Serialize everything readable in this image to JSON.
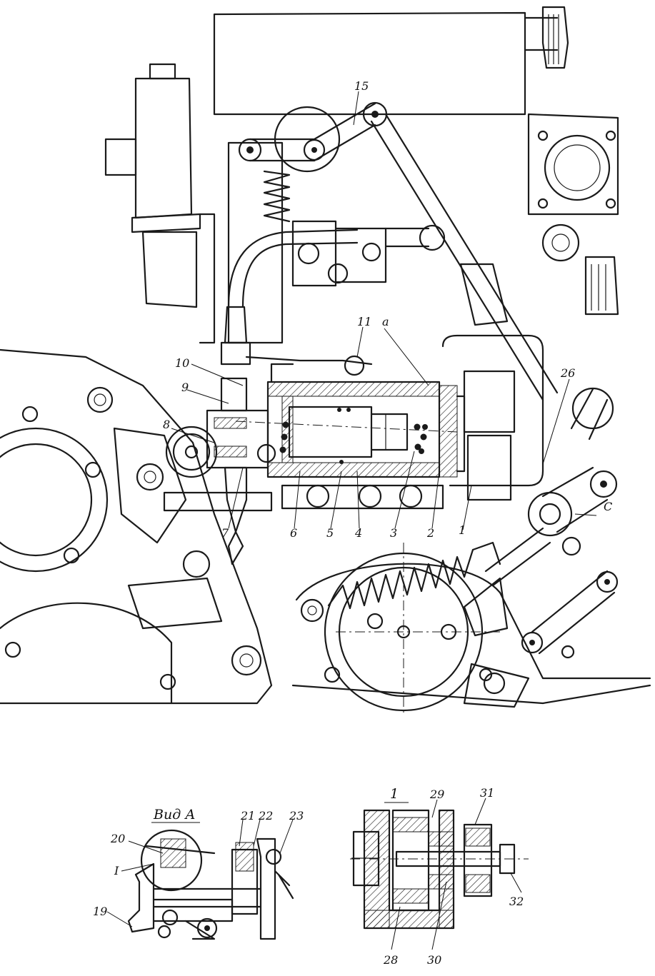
{
  "callouts": {
    "c15": "15",
    "ca": "a",
    "c11": "11",
    "c10": "10",
    "c9": "9",
    "c8": "8",
    "c7": "7",
    "c6": "6",
    "c5": "5",
    "c4": "4",
    "c3": "3",
    "c2": "2",
    "c1": "1",
    "c26": "26",
    "cC": "C"
  },
  "view_a": {
    "title": "Вид А",
    "c20": "20",
    "cI": "I",
    "c19": "19",
    "c21": "21",
    "c22": "22",
    "c23": "23"
  },
  "detail_1": {
    "title": "1",
    "c29": "29",
    "c31": "31",
    "c32": "32",
    "c28": "28",
    "c30": "30"
  }
}
